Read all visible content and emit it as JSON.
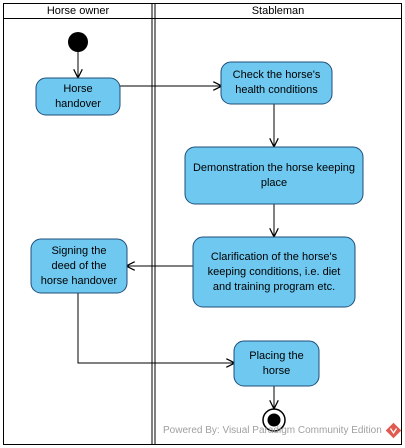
{
  "lanes": [
    {
      "title": "Horse owner"
    },
    {
      "title": "Stableman"
    }
  ],
  "actions": {
    "horse_handover": "Horse\nhandover",
    "check_health": "Check the horse's\nhealth conditions",
    "demonstration": "Demonstration the horse keeping\nplace",
    "clarification": "Clarification of the horse's\nkeeping conditions, i.e. diet\nand training program etc.",
    "signing_deed": "Signing the\ndeed of the\nhorse handover",
    "placing_horse": "Placing the\nhorse"
  },
  "watermark": "Powered By: Visual Paradigm Community Edition",
  "colors": {
    "action_fill": "#6ec8f0",
    "action_stroke": "#1f4e79",
    "line": "#000000",
    "watermark_icon": "#e05a4f"
  }
}
